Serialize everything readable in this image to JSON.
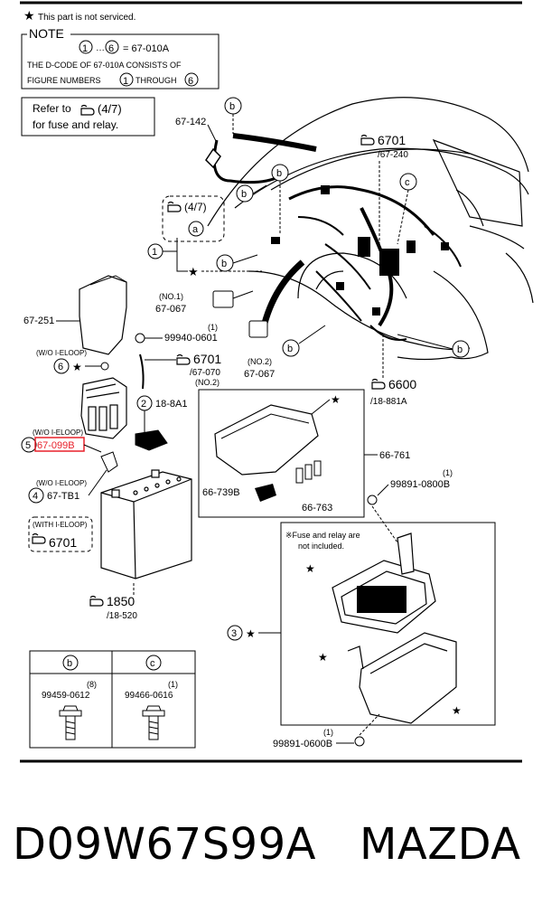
{
  "legend": {
    "not_serviced": "This part is not serviced.",
    "note_title": "NOTE",
    "note_from": "1",
    "note_to": "6",
    "note_equals": "= 67-010A",
    "note_line1": "THE D-CODE OF 67-010A CONSISTS OF",
    "note_line2_a": "FIGURE NUMBERS",
    "note_line2_b": "THROUGH",
    "refer_line1": "Refer to",
    "refer_ref": "(4/7)",
    "refer_line2": "for fuse and relay."
  },
  "callouts": {
    "b": "b",
    "c": "c",
    "a": "a",
    "c4_7": "(4/7)",
    "n1": "1",
    "n2": "2",
    "n3": "3",
    "n4": "4",
    "n5": "5",
    "n6": "6"
  },
  "parts": {
    "p67_142": "67-142",
    "p6701_top": "6701",
    "p67_240": "/67-240",
    "no1": "(NO.1)",
    "p67_067a": "67-067",
    "p67_251": "67-251",
    "qty1a": "(1)",
    "p99940": "99940-0601",
    "woiloop1": "(W/O I-ELOOP)",
    "p6701_mid": "6701",
    "p67_070": "/67-070",
    "no2a": "(NO.2)",
    "no2b": "(NO.2)",
    "p67_067b": "67-067",
    "p6600": "6600",
    "p18_881a": "/18-881A",
    "p18_8a1": "18-8A1",
    "woiloop2": "(W/O I-ELOOP)",
    "p67_099b": "67-099B",
    "woiloop3": "(W/O I-ELOOP)",
    "p67_tb1": "67-TB1",
    "wiloop": "(WITH I-ELOOP)",
    "p6701_low": "6701",
    "p66_761": "66-761",
    "p66_739b": "66-739B",
    "p66_763": "66-763",
    "qty1b": "(1)",
    "p99891a": "99891-0800B",
    "fuse_note1": "※Fuse and relay are",
    "fuse_note2": "not included.",
    "p1850": "1850",
    "p18_520": "/18-520",
    "qty1c": "(1)",
    "p99891b": "99891-0600B"
  },
  "bolts": {
    "col_b": "b",
    "col_c": "c",
    "qty_b": "(8)",
    "pn_b": "99459-0612",
    "qty_c": "(1)",
    "pn_c": "99466-0616"
  },
  "caption": {
    "code": "D09W67S99A",
    "brand": "MAZDA"
  },
  "colors": {
    "line": "#000000",
    "highlight": "#e8202a"
  }
}
